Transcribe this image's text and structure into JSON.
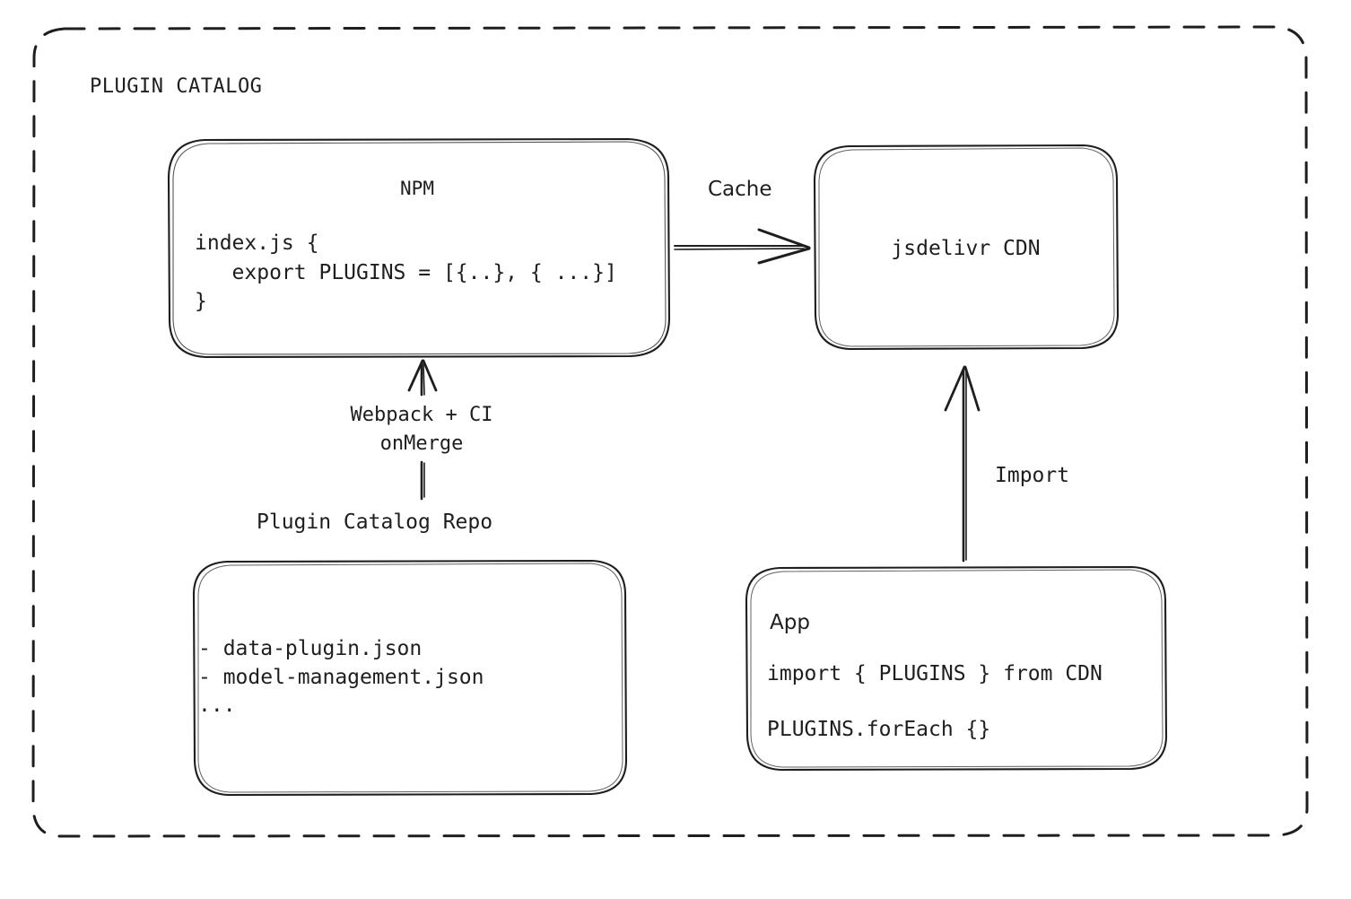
{
  "frame": {
    "title": "PLUGIN CATALOG",
    "border_style": "dashed",
    "stroke_color": "#1e1e1e"
  },
  "nodes": {
    "npm": {
      "title": "NPM",
      "code_lines": [
        "index.js {",
        "   export PLUGINS = [{..}, { ...}]",
        "}"
      ],
      "code_text": "index.js {\n   export PLUGINS = [{..}, { ...}]\n}"
    },
    "cdn": {
      "title": "jsdelivr CDN"
    },
    "repo": {
      "caption": "Plugin Catalog Repo",
      "files": [
        "- data-plugin.json",
        "- model-management.json",
        "..."
      ],
      "files_text": "- data-plugin.json\n- model-management.json\n..."
    },
    "app": {
      "title": "App",
      "import_line": "import { PLUGINS } from CDN",
      "foreach_line": "PLUGINS.forEach {}"
    }
  },
  "edges": {
    "cache": {
      "label": "Cache",
      "from": "npm",
      "to": "cdn",
      "direction": "right"
    },
    "build": {
      "label": "Webpack + CI\nonMerge",
      "label_line1": "Webpack + CI",
      "label_line2": "onMerge",
      "from": "repo",
      "to": "npm",
      "direction": "up"
    },
    "import": {
      "label": "Import",
      "from": "app",
      "to": "cdn",
      "direction": "up"
    }
  },
  "colors": {
    "stroke": "#1e1e1e",
    "background": "#ffffff",
    "text": "#1e1e1e"
  }
}
